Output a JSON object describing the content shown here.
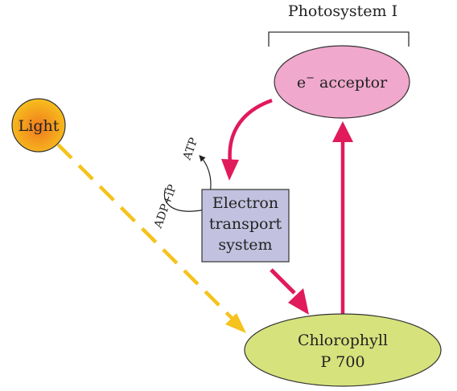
{
  "title": "Photosystem I",
  "nodes": {
    "light": "Light",
    "acceptor": {
      "prefix": "e",
      "superscript": "−",
      "suffix": " acceptor"
    },
    "ets": {
      "line1": "Electron",
      "line2": "transport",
      "line3": "system"
    },
    "chlorophyll": {
      "line1": "Chlorophyll",
      "line2": "P 700"
    }
  },
  "cycle": {
    "input": "ADP+iP",
    "output": "ATP"
  },
  "colors": {
    "light_fill": "#f6b515",
    "light_glow": "#f39a1f",
    "acceptor_fill": "#f0a8cc",
    "chlorophyll_fill": "#d6e27c",
    "ets_fill": "#c2c1df",
    "pathway_arrow": "#e01a5b",
    "light_ray": "#f6c21c"
  }
}
